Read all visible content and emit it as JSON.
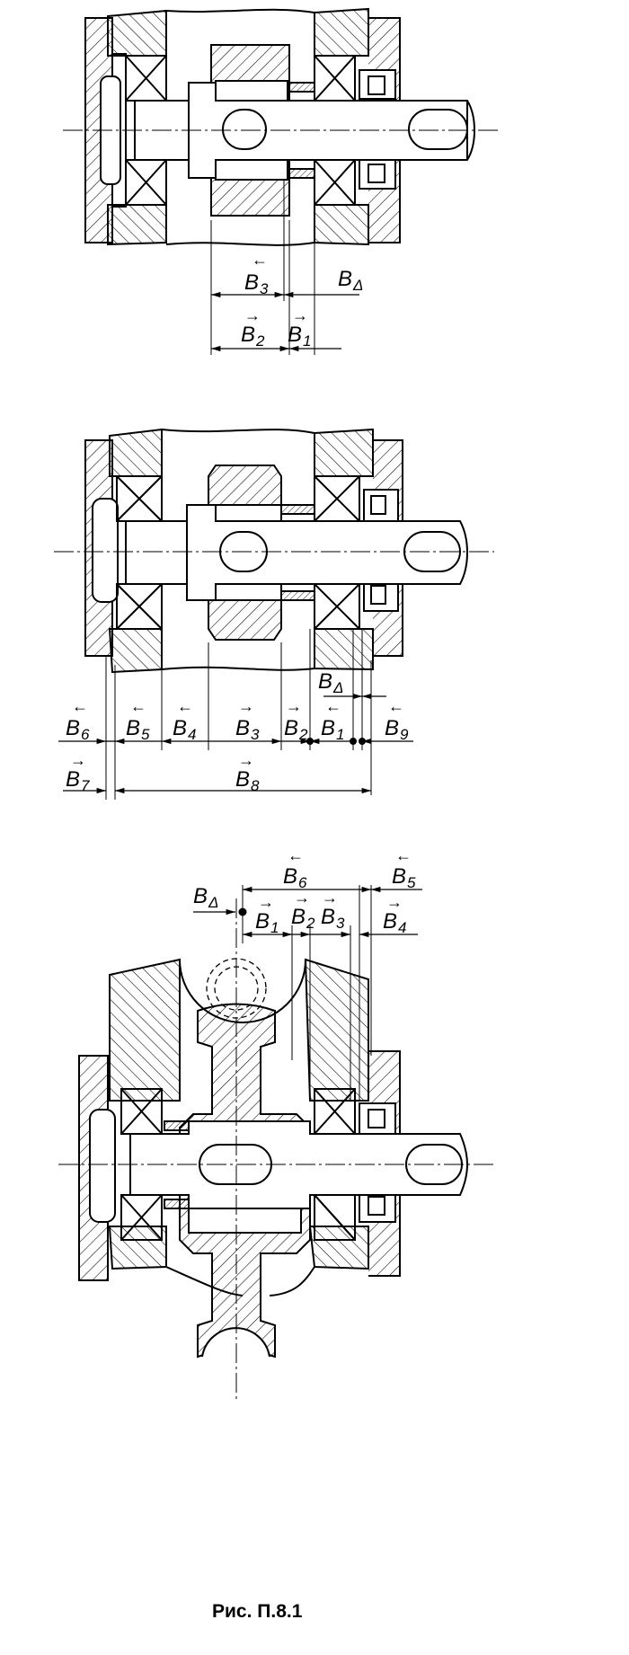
{
  "figure": {
    "caption": "Рис.  П.8.1"
  },
  "diagram1": {
    "dims": {
      "b3": {
        "sym": "B",
        "sub": "3",
        "arrow": "←"
      },
      "bd": {
        "sym": "B",
        "sub": "Δ",
        "arrow": ""
      },
      "b2": {
        "sym": "B",
        "sub": "2",
        "arrow": "→"
      },
      "b1": {
        "sym": "B",
        "sub": "1",
        "arrow": "→"
      }
    }
  },
  "diagram2": {
    "dims": {
      "bd": {
        "sym": "B",
        "sub": "Δ",
        "arrow": ""
      },
      "b6": {
        "sym": "B",
        "sub": "6",
        "arrow": "←"
      },
      "b5": {
        "sym": "B",
        "sub": "5",
        "arrow": "←"
      },
      "b4": {
        "sym": "B",
        "sub": "4",
        "arrow": "←"
      },
      "b3": {
        "sym": "B",
        "sub": "3",
        "arrow": "→"
      },
      "b2": {
        "sym": "B",
        "sub": "2",
        "arrow": "→"
      },
      "b1": {
        "sym": "B",
        "sub": "1",
        "arrow": "←"
      },
      "b9": {
        "sym": "B",
        "sub": "9",
        "arrow": "←"
      },
      "b7": {
        "sym": "B",
        "sub": "7",
        "arrow": "→"
      },
      "b8": {
        "sym": "B",
        "sub": "8",
        "arrow": "→"
      }
    }
  },
  "diagram3": {
    "dims": {
      "b6": {
        "sym": "B",
        "sub": "6",
        "arrow": "←"
      },
      "b5": {
        "sym": "B",
        "sub": "5",
        "arrow": "←"
      },
      "bd": {
        "sym": "B",
        "sub": "Δ",
        "arrow": ""
      },
      "b1": {
        "sym": "B",
        "sub": "1",
        "arrow": "→"
      },
      "b2": {
        "sym": "B",
        "sub": "2",
        "arrow": "→"
      },
      "b3": {
        "sym": "B",
        "sub": "3",
        "arrow": "→"
      },
      "b4": {
        "sym": "B",
        "sub": "4",
        "arrow": "→"
      }
    }
  }
}
